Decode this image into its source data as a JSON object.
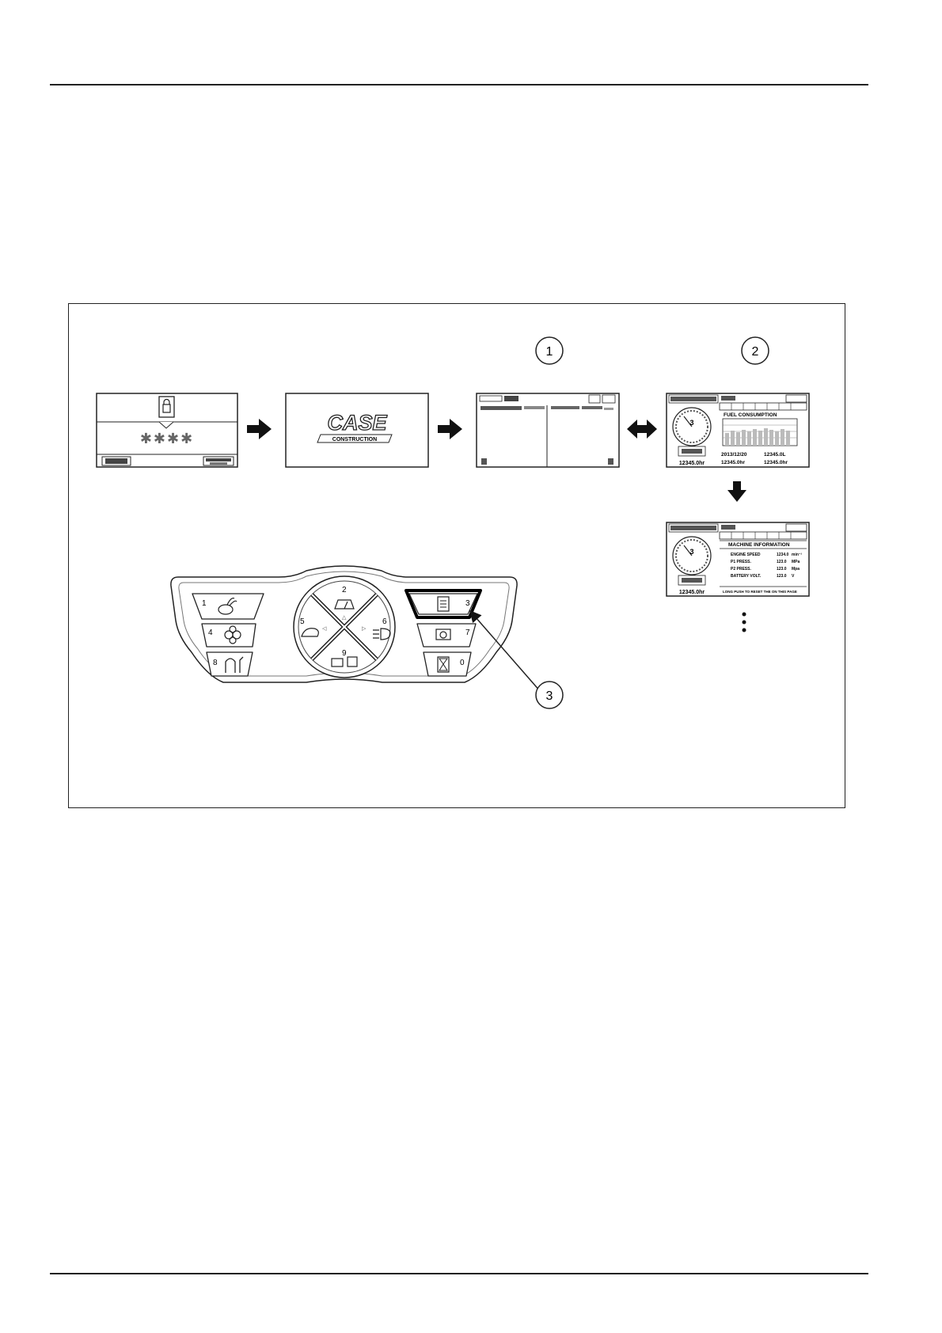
{
  "callouts": {
    "c1": "1",
    "c2": "2",
    "c3": "3"
  },
  "password_screen": {
    "masked_password": "✱✱✱✱"
  },
  "logo_screen": {
    "brand": "CASE",
    "sub": "CONSTRUCTION"
  },
  "info_screen_fuel": {
    "title": "FUEL CONSUMPTION",
    "date": "2013/12/20",
    "value_a": "12345.0L",
    "value_b": "12345.0hr",
    "value_c": "12345.0hr",
    "hour_meter": "12345.0hr"
  },
  "info_screen_machine": {
    "title": "MACHINE INFORMATION",
    "rows": [
      {
        "label": "ENGINE SPEED",
        "value": "1234.0",
        "unit": "min⁻¹"
      },
      {
        "label": "P1 PRESS.",
        "value": "123.0",
        "unit": "MPa"
      },
      {
        "label": "P2 PRESS.",
        "value": "123.0",
        "unit": "Mpa"
      },
      {
        "label": "BATTERY VOLT.",
        "value": "123.0",
        "unit": "V"
      }
    ],
    "footer": "LONG PUSH TO RESET THE ON THIS PAGE",
    "hour_meter": "12345.0hr"
  },
  "keypad": {
    "keys": [
      "1",
      "2",
      "3",
      "4",
      "5",
      "6",
      "7",
      "8",
      "9",
      "0"
    ]
  },
  "colors": {
    "line": "#222222",
    "highlight": "#000000"
  }
}
